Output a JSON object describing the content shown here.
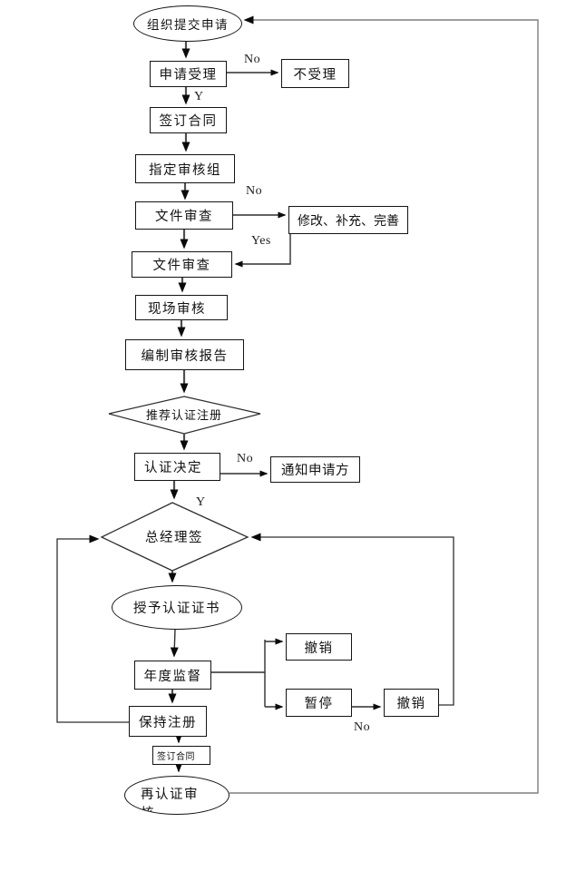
{
  "page": {
    "background": "#ffffff",
    "ink": "#2f2f2f",
    "ink_thick": "#4f4f4f",
    "ink_soft": "#7e7e7e",
    "border": "#141414"
  },
  "nodes": {
    "submit_application": {
      "label": "组织提交申请",
      "shape": "ellipse"
    },
    "application_acceptance": {
      "label": "申请受理",
      "shape": "rect"
    },
    "not_accepted": {
      "label": "不受理",
      "shape": "rect"
    },
    "sign_contract": {
      "label": "签订合同",
      "shape": "rect"
    },
    "assign_audit_team": {
      "label": "指定审核组",
      "shape": "rect"
    },
    "document_review_1": {
      "label": "文件审查",
      "shape": "rect"
    },
    "modify_supplement_improve": {
      "label": "修改、补充、完善",
      "shape": "rect"
    },
    "document_review_2": {
      "label": "文件审查",
      "shape": "rect"
    },
    "onsite_audit": {
      "label": "现场审核",
      "shape": "rect"
    },
    "prepare_audit_report": {
      "label": "编制审核报告",
      "shape": "rect"
    },
    "recommend_registration": {
      "label": "推荐认证注册",
      "shape": "diamond"
    },
    "certification_decision": {
      "label": "认证决定",
      "shape": "rect"
    },
    "notify_applicant": {
      "label": "通知申请方",
      "shape": "rect"
    },
    "general_manager_sign": {
      "label": "总经理签",
      "shape": "diamond"
    },
    "grant_certificate": {
      "label": "授予认证证书",
      "shape": "ellipse"
    },
    "annual_supervision": {
      "label": "年度监督",
      "shape": "rect"
    },
    "revoke_upper": {
      "label": "撤销",
      "shape": "rect"
    },
    "suspend": {
      "label": "暂停",
      "shape": "rect"
    },
    "revoke_lower": {
      "label": "撤销",
      "shape": "rect"
    },
    "maintain_registration": {
      "label": "保持注册",
      "shape": "rect"
    },
    "sign_contract_2": {
      "label": "签订合同",
      "shape": "rect"
    },
    "recertification_audit": {
      "label": "再认证审核",
      "shape": "ellipse"
    }
  },
  "edge_labels": {
    "acceptance_no": "No",
    "acceptance_yes": "Y",
    "document_review_no": "No",
    "document_review_yes": "Yes",
    "decision_no": "No",
    "decision_yes": "Y",
    "suspend_no": "No"
  }
}
